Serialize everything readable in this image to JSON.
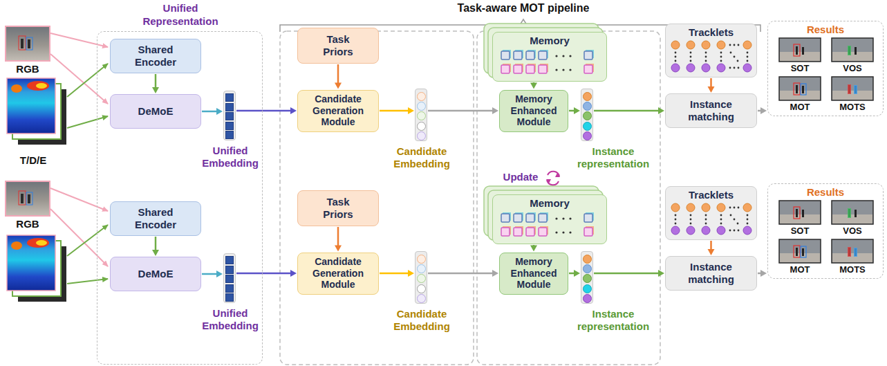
{
  "diagram": {
    "nodes": [
      {
        "text": [
          "Unified Representation"
        ]
      },
      {
        "text": [
          "Shared Encoder"
        ],
        "in": 0
      },
      {
        "text": [
          "DeMoE"
        ],
        "in": 0
      },
      {
        "text": [
          "Unified Embedding"
        ],
        "in": 0
      },
      {
        "text": [
          "Task Priors"
        ]
      },
      {
        "text": [
          "Candidate Generation Module"
        ]
      },
      {
        "text": [
          "Candidate Embedding"
        ]
      },
      {
        "text": [
          "Memory"
        ]
      },
      {
        "text": [
          "Memory Enhanced Module"
        ]
      },
      {
        "text": [
          "Instance representation"
        ]
      },
      {
        "text": [
          "Tracklets"
        ]
      },
      {
        "text": [
          "Instance matching"
        ]
      },
      {
        "text": [
          "Results",
          "SOT",
          "VOS",
          "MOT",
          "MOTS"
        ]
      },
      {
        "text": [
          "Shared Encoder"
        ],
        "in": 0
      },
      {
        "text": [
          "DeMoE"
        ],
        "in": 0
      },
      {
        "text": [
          "Unified Embedding"
        ],
        "in": 0
      },
      {
        "text": [
          "Task Priors"
        ]
      },
      {
        "text": [
          "Candidate Generation Module"
        ]
      },
      {
        "text": [
          "Candidate Embedding"
        ]
      },
      {
        "text": [
          "Memory"
        ]
      },
      {
        "text": [
          "Memory Enhanced Module"
        ]
      },
      {
        "text": [
          "Instance representation"
        ]
      },
      {
        "text": [
          "Tracklets"
        ]
      },
      {
        "text": [
          "Instance matching"
        ]
      },
      {
        "text": [
          "Results",
          "SOT",
          "VOS",
          "MOT",
          "MOTS"
        ]
      }
    ],
    "edges": [
      {
        "from": 1,
        "to": 2,
        "arrow": "to"
      },
      {
        "from": 2,
        "to": 3,
        "arrow": "to"
      },
      {
        "from": 3,
        "to": 5,
        "arrow": "to"
      },
      {
        "from": 4,
        "to": 5,
        "arrow": "to"
      },
      {
        "from": 5,
        "to": 6,
        "arrow": "to"
      },
      {
        "from": 6,
        "to": 8,
        "arrow": "to"
      },
      {
        "from": 7,
        "to": 8,
        "arrow": "to"
      },
      {
        "from": 8,
        "to": 9,
        "arrow": "to"
      },
      {
        "from": 9,
        "to": 11,
        "arrow": "to"
      },
      {
        "from": 10,
        "to": 11,
        "arrow": "to"
      },
      {
        "from": 11,
        "to": 12,
        "arrow": "to"
      },
      {
        "from": 13,
        "to": 14,
        "arrow": "to"
      },
      {
        "from": 14,
        "to": 15,
        "arrow": "to"
      },
      {
        "from": 15,
        "to": 17,
        "arrow": "to"
      },
      {
        "from": 16,
        "to": 17,
        "arrow": "to"
      },
      {
        "from": 17,
        "to": 18,
        "arrow": "to"
      },
      {
        "from": 18,
        "to": 20,
        "arrow": "to"
      },
      {
        "from": 19,
        "to": 20,
        "arrow": "to"
      },
      {
        "from": 20,
        "to": 21,
        "arrow": "to"
      },
      {
        "from": 21,
        "to": 23,
        "arrow": "to"
      },
      {
        "from": 22,
        "to": 23,
        "arrow": "to"
      },
      {
        "from": 23,
        "to": 24,
        "arrow": "to"
      }
    ],
    "labels": [
      "Task-aware MOT pipeline",
      "RGB",
      "T/D/E",
      "Update",
      "RGB"
    ]
  }
}
